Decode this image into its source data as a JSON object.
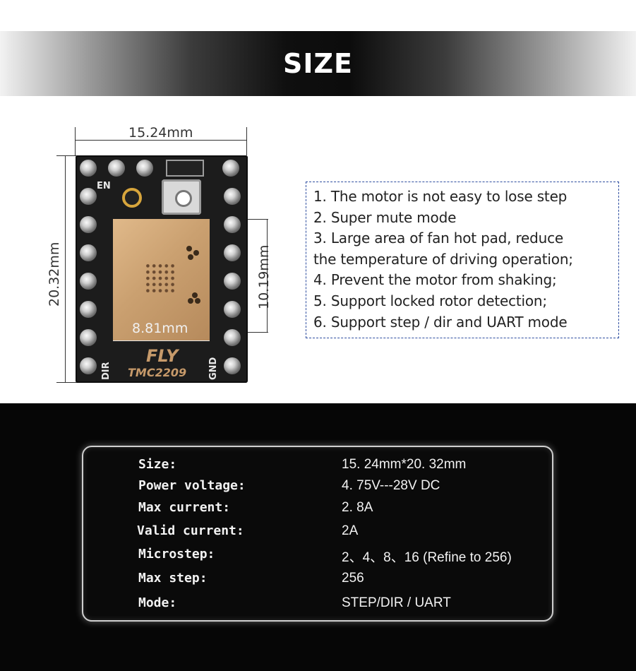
{
  "banner": {
    "title": "SIZE"
  },
  "board": {
    "width_label": "15.24mm",
    "height_label": "20.32mm",
    "pad_height_label": "10.19mm",
    "pad_width_label": "8.81mm",
    "silk_en": "EN",
    "silk_dir": "DIR",
    "silk_gnd": "GND",
    "brand": "FLY",
    "model": "TMC2209"
  },
  "features": [
    "1. The motor is not easy to lose step",
    "2. Super mute mode",
    "3. Large area of fan hot pad, reduce",
    "the temperature of driving operation;",
    "4. Prevent the motor from shaking;",
    "5. Support locked rotor detection;",
    "6. Support step / dir and UART mode"
  ],
  "specs": [
    {
      "label": "Size:",
      "value": "15. 24mm*20. 32mm"
    },
    {
      "label": "Power voltage:",
      "value": "4. 75V---28V DC"
    },
    {
      "label": "Max current:",
      "value": "2. 8A"
    },
    {
      "label": "Valid current:",
      "value": "2A"
    },
    {
      "label": "Microstep:",
      "value": "2、4、8、16 (Refine to 256)"
    },
    {
      "label": "Max step:",
      "value": "256"
    },
    {
      "label": "Mode:",
      "value": "STEP/DIR / UART"
    }
  ]
}
